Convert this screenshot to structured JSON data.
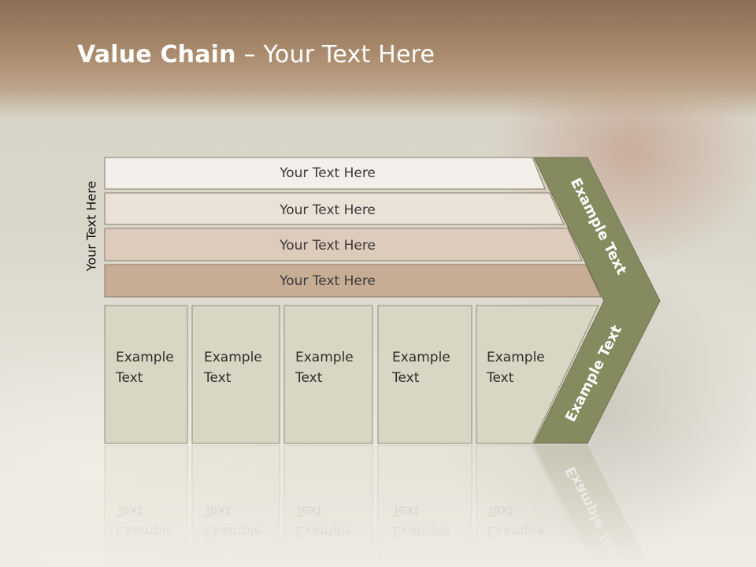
{
  "title": {
    "bold": "Value Chain",
    "rest": " – Your Text Here"
  },
  "side_label": "Your Text Here",
  "bars": [
    "Your Text Here",
    "Your Text Here",
    "Your Text Here",
    "Your Text Here"
  ],
  "columns": [
    {
      "line1": "Example",
      "line2": "Text"
    },
    {
      "line1": "Example",
      "line2": "Text"
    },
    {
      "line1": "Example",
      "line2": "Text"
    },
    {
      "line1": "Example",
      "line2": "Text"
    },
    {
      "line1": "Example",
      "line2": "Text"
    }
  ],
  "chevron": {
    "upper": "Example Text",
    "lower": "Example Text"
  },
  "colors": {
    "bar1": "#f3efea",
    "bar2": "#eae1d7",
    "bar3": "#ddcbbb",
    "bar4": "#c8ad95",
    "column_fill": "#d8d7c3",
    "chevron_fill": "#868a5f",
    "title": "#ffffff"
  }
}
